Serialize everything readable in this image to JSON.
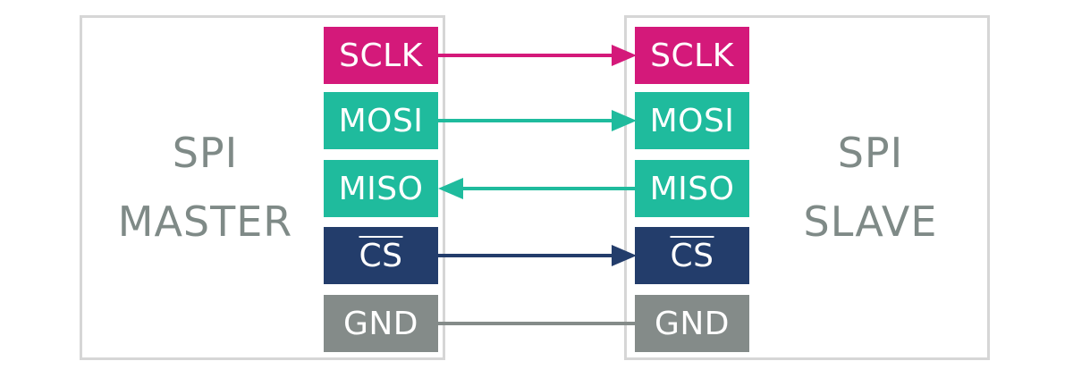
{
  "master": {
    "label_line1": "SPI",
    "label_line2": "MASTER"
  },
  "slave": {
    "label_line1": "SPI",
    "label_line2": "SLAVE"
  },
  "signals": [
    {
      "id": "sclk",
      "label": "SCLK",
      "direction": "master-to-slave",
      "color": "#d4197a"
    },
    {
      "id": "mosi",
      "label": "MOSI",
      "direction": "master-to-slave",
      "color": "#1fbb9d"
    },
    {
      "id": "miso",
      "label": "MISO",
      "direction": "slave-to-master",
      "color": "#1fbb9d"
    },
    {
      "id": "cs",
      "label": "CS",
      "direction": "master-to-slave",
      "color": "#233d6b"
    },
    {
      "id": "gnd",
      "label": "GND",
      "direction": "none",
      "color": "#848b89"
    }
  ],
  "colors": {
    "box_border": "#d6d6d6",
    "device_text": "#7f8a87"
  }
}
